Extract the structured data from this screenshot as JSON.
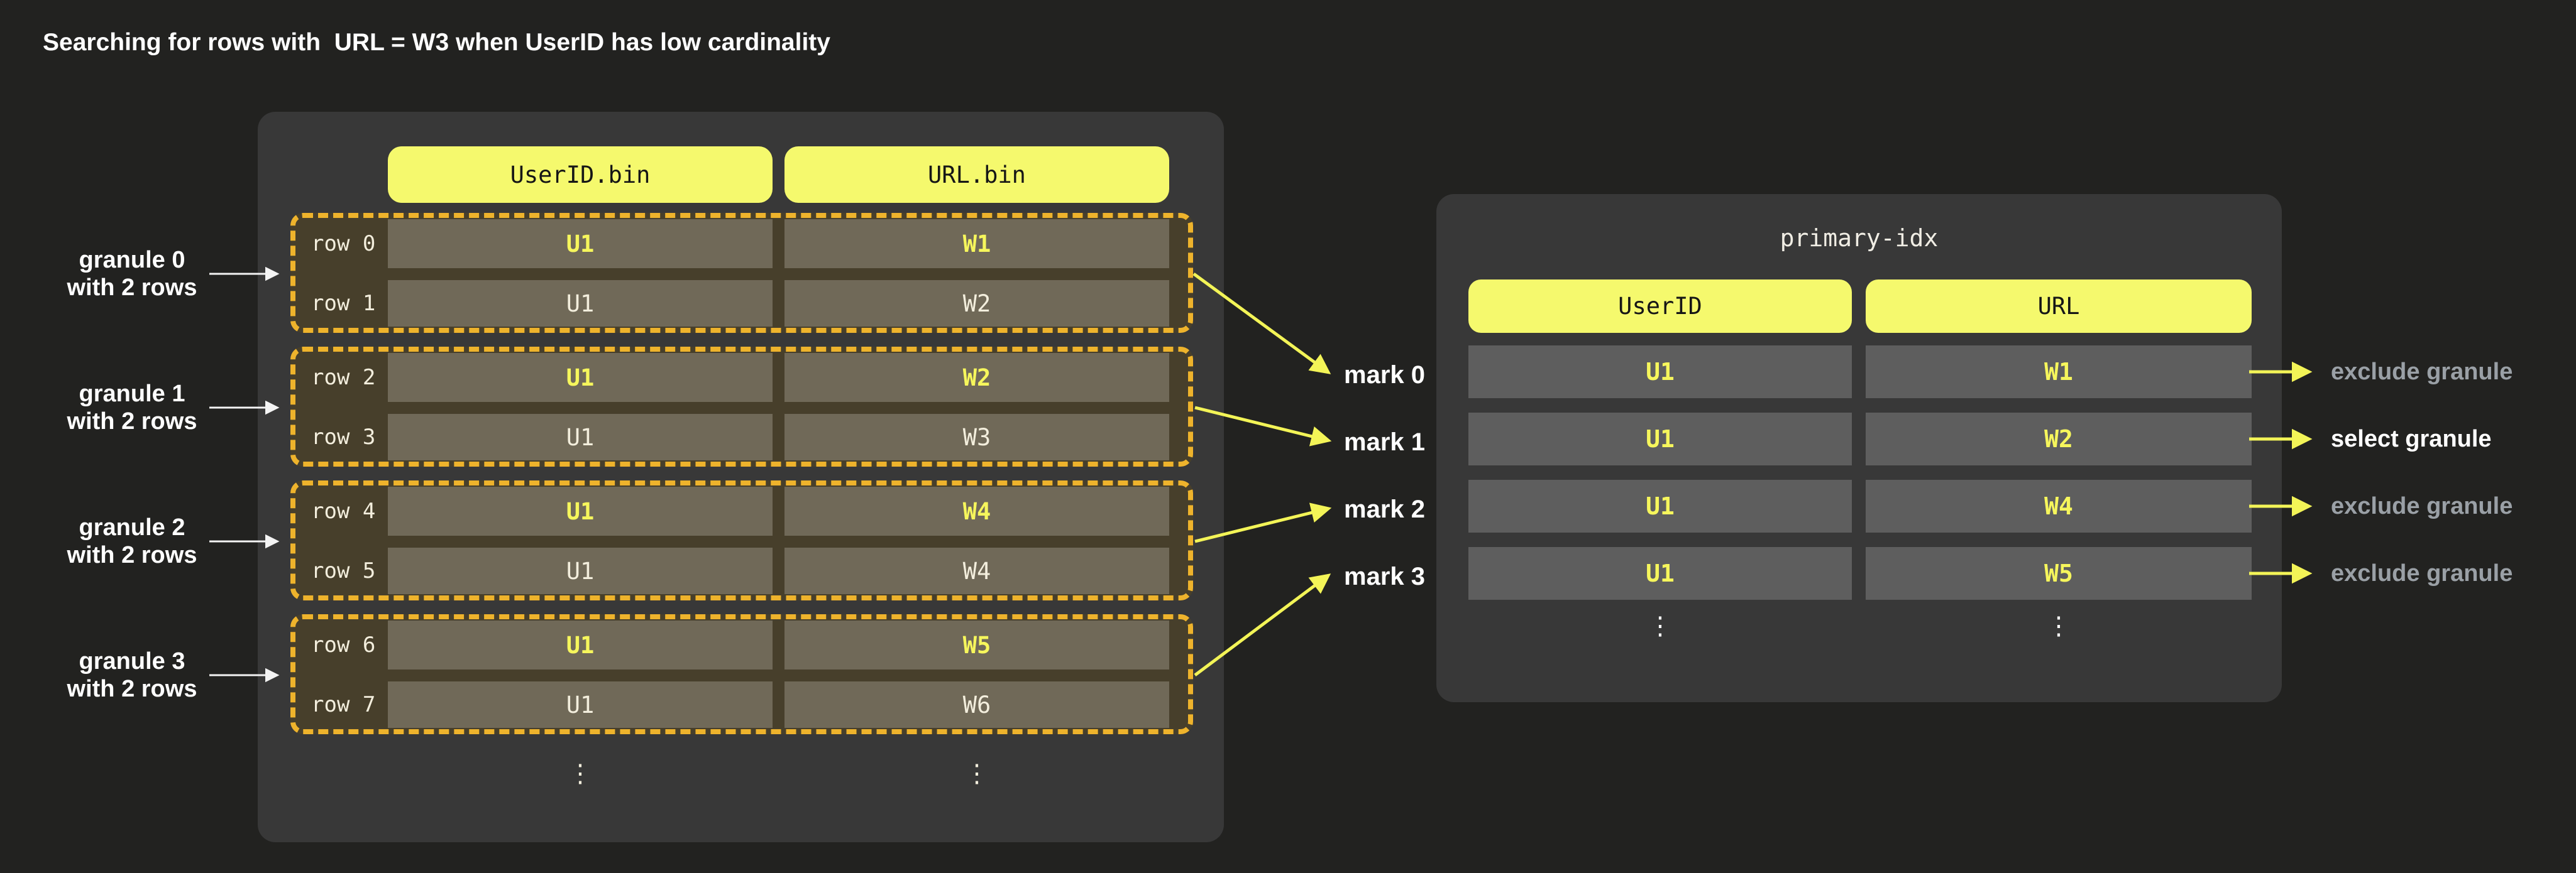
{
  "title": "Searching for rows with  URL = W3 when UserID has low cardinality",
  "colors": {
    "background": "#222220",
    "panel": "#383838",
    "pill_yellow": "#f5f96d",
    "granule_fill": "#473f2b",
    "granule_dashed_border": "#eeb32c",
    "left_cell": "#706958",
    "index_cell": "#5e5e5e",
    "highlight_yellow": "#f6f65c",
    "cream_text": "#f3eedd",
    "muted_text": "#9aa0a6"
  },
  "left_table": {
    "columns": [
      "UserID.bin",
      "URL.bin"
    ],
    "granules": [
      {
        "label": [
          "granule 0",
          "with 2 rows"
        ],
        "rows": [
          {
            "name": "row 0",
            "user_id": "U1",
            "url": "W1"
          },
          {
            "name": "row 1",
            "user_id": "U1",
            "url": "W2"
          }
        ]
      },
      {
        "label": [
          "granule 1",
          "with 2 rows"
        ],
        "rows": [
          {
            "name": "row 2",
            "user_id": "U1",
            "url": "W2"
          },
          {
            "name": "row 3",
            "user_id": "U1",
            "url": "W3"
          }
        ]
      },
      {
        "label": [
          "granule 2",
          "with 2 rows"
        ],
        "rows": [
          {
            "name": "row 4",
            "user_id": "U1",
            "url": "W4"
          },
          {
            "name": "row 5",
            "user_id": "U1",
            "url": "W4"
          }
        ]
      },
      {
        "label": [
          "granule 3",
          "with 2 rows"
        ],
        "rows": [
          {
            "name": "row 6",
            "user_id": "U1",
            "url": "W5"
          },
          {
            "name": "row 7",
            "user_id": "U1",
            "url": "W6"
          }
        ]
      }
    ],
    "ellipsis": "⋮"
  },
  "marks": [
    "mark 0",
    "mark 1",
    "mark 2",
    "mark 3"
  ],
  "index_table": {
    "title": "primary-idx",
    "columns": [
      "UserID",
      "URL"
    ],
    "rows": [
      {
        "user_id": "U1",
        "url": "W1"
      },
      {
        "user_id": "U1",
        "url": "W2"
      },
      {
        "user_id": "U1",
        "url": "W4"
      },
      {
        "user_id": "U1",
        "url": "W5"
      }
    ],
    "ellipsis": "⋮"
  },
  "outcomes": [
    {
      "label": "exclude granule",
      "selected": false
    },
    {
      "label": "select granule",
      "selected": true
    },
    {
      "label": "exclude granule",
      "selected": false
    },
    {
      "label": "exclude granule",
      "selected": false
    }
  ]
}
